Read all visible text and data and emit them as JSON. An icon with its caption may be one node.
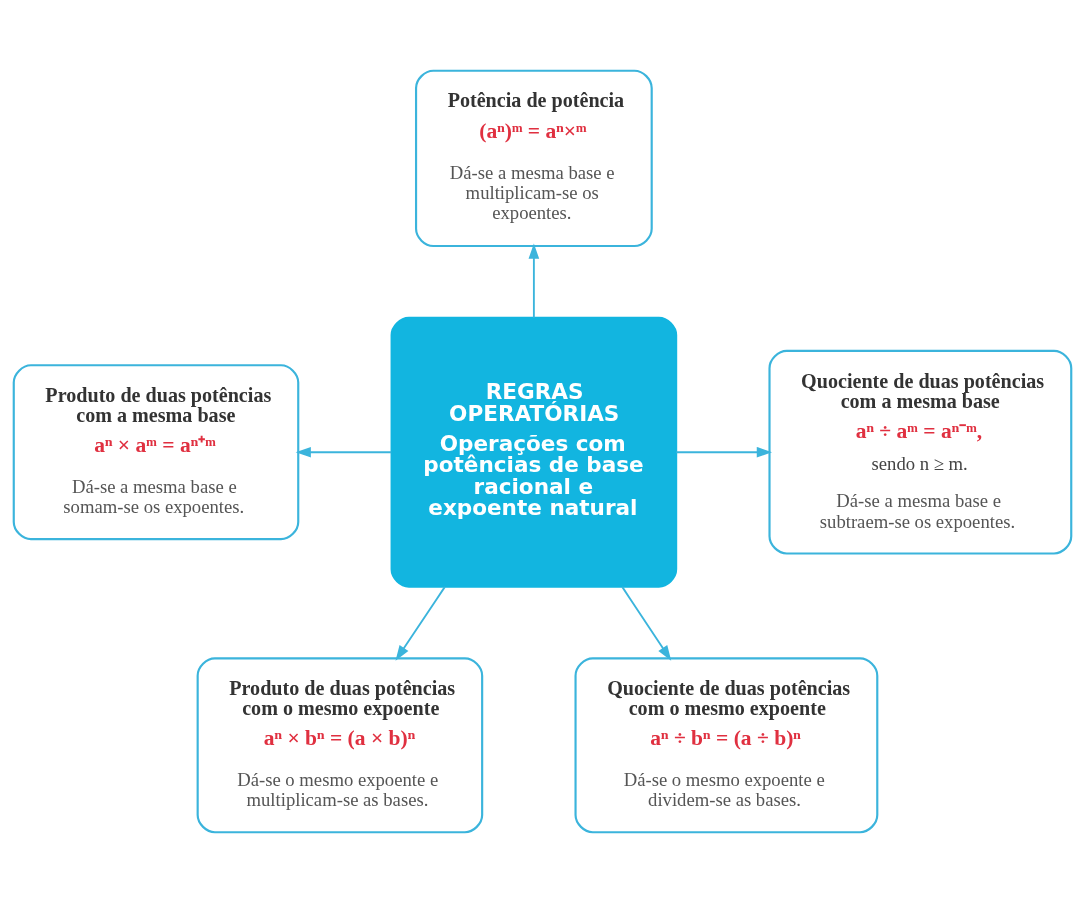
{
  "diagram": {
    "nodes": [
      {
        "text": [
          "REGRAS OPERATÓRIAS",
          "Operações com potências de base racional e expoente natural"
        ]
      },
      {
        "text": [
          "Potência de potência",
          "(aⁿ)ᵐ = aⁿ×ᵐ",
          "Dá-se a mesma base e multiplicam-se os expoentes."
        ]
      },
      {
        "text": [
          "Produto de duas potências com a mesma base",
          "aⁿ × aᵐ = aⁿ⁺ᵐ",
          "Dá-se a mesma base e somam-se os expoentes."
        ]
      },
      {
        "text": [
          "Quociente de duas potências com a mesma base",
          "aⁿ ÷ aᵐ = aⁿ⁻ᵐ,",
          "sendo n ≥ m.",
          "Dá-se a mesma base e subtraem-se os expoentes."
        ]
      },
      {
        "text": [
          "Produto de duas potências com o mesmo expoente",
          "aⁿ × bⁿ = (a × b)ⁿ",
          "Dá-se o mesmo expoente e multiplicam-se as bases."
        ]
      },
      {
        "text": [
          "Quociente de duas potências com o mesmo expoente",
          "aⁿ ÷ bⁿ = (a ÷ b)ⁿ",
          "Dá-se o mesmo expoente e dividem-se as bases."
        ]
      }
    ],
    "edges": [
      {
        "from": 0,
        "to": 1,
        "arrow": "to"
      },
      {
        "from": 0,
        "to": 2,
        "arrow": "to"
      },
      {
        "from": 0,
        "to": 3,
        "arrow": "to"
      },
      {
        "from": 0,
        "to": 4,
        "arrow": "to"
      },
      {
        "from": 0,
        "to": 5,
        "arrow": "to"
      }
    ]
  }
}
